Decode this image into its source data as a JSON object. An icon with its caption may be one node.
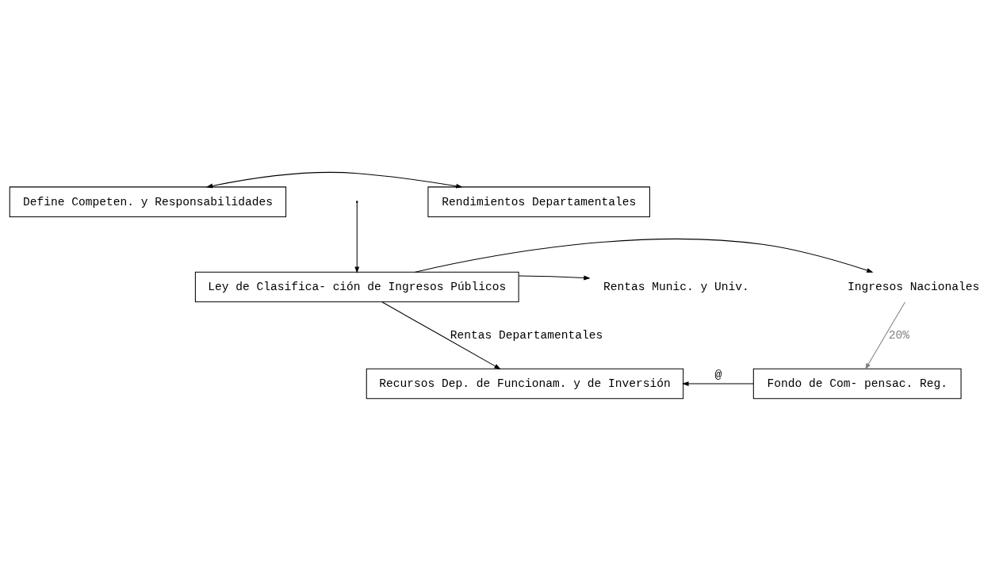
{
  "diagram": {
    "nodes": [
      {
        "text": [
          "Define Competen. y Responsabilidades"
        ]
      },
      {
        "text": [
          "Rendimientos Departamentales"
        ]
      },
      {
        "text": [
          "Ley de Clasifica- ción de Ingresos Públicos"
        ]
      },
      {
        "text": [
          "Rentas Munic. y Univ."
        ]
      },
      {
        "text": [
          "Ingresos Nacionales"
        ]
      },
      {
        "text": [
          "Recursos Dep. de Funcionam. y de Inversión"
        ]
      },
      {
        "text": [
          "Fondo de Com- pensac. Reg."
        ]
      }
    ],
    "edges": [
      {
        "from": 0,
        "to": 1,
        "arrow": "both"
      },
      {
        "from": null,
        "to": 2,
        "arrow": "to"
      },
      {
        "from": 2,
        "to": 3,
        "arrow": "to"
      },
      {
        "from": 2,
        "to": 4,
        "arrow": "to"
      },
      {
        "from": 2,
        "to": 5,
        "arrow": "to",
        "label": "Rentas Departamentales"
      },
      {
        "from": 4,
        "to": 6,
        "arrow": "to",
        "label": "20%",
        "color": "#808080"
      },
      {
        "from": 6,
        "to": 5,
        "arrow": "to",
        "label": "@"
      }
    ]
  }
}
